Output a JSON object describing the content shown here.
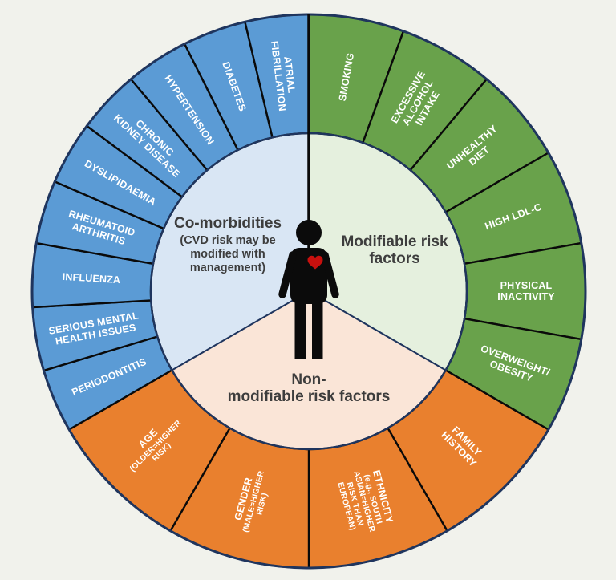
{
  "title": "CVD risk factor wheel",
  "styles": {
    "background": "#F1F2EC",
    "outline_navy": "#1F355E",
    "divider_black": "#0A0A0A",
    "ring_label_color": "#FFFFFF",
    "center_text_color": "#3D3D3D"
  },
  "figure": {
    "person_icon": "person-silhouette",
    "person_color": "#0B0B0B",
    "heart_icon": "heart",
    "heart_color": "#C8100E"
  },
  "wheel": {
    "sections": [
      {
        "name": "Co-morbidities",
        "ring_color": "#5B9BD5",
        "inner_color": "#D9E6F4",
        "start_angle": 240,
        "end_angle": 360,
        "center_label": {
          "title": "Co-morbidities",
          "subtitle": "(CVD risk may be\nmodified with\nmanagement)"
        },
        "segments": [
          {
            "label": "PERIODONTITIS"
          },
          {
            "label": "SERIOUS MENTAL\nHEALTH ISSUES"
          },
          {
            "label": "INFLUENZA"
          },
          {
            "label": "RHEUMATOID\nARTHRITIS"
          },
          {
            "label": "DYSLIPIDAEMIA"
          },
          {
            "label": "CHRONIC\nKIDNEY DISEASE"
          },
          {
            "label": "HYPERTENSION"
          },
          {
            "label": "DIABETES"
          },
          {
            "label": "ATRIAL\nFIBRILLATION"
          }
        ]
      },
      {
        "name": "Modifiable risk factors",
        "ring_color": "#69A24B",
        "inner_color": "#E5F0DE",
        "start_angle": 0,
        "end_angle": 120,
        "center_label": {
          "title": "Modifiable risk\nfactors",
          "subtitle": ""
        },
        "segments": [
          {
            "label": "SMOKING"
          },
          {
            "label": "EXCESSIVE\nALCOHOL\nINTAKE"
          },
          {
            "label": "UNHEALTHY\nDIET"
          },
          {
            "label": "HIGH LDL-C"
          },
          {
            "label": "PHYSICAL\nINACTIVITY"
          },
          {
            "label": "OVERWEIGHT/\nOBESITY"
          }
        ]
      },
      {
        "name": "Non-modifiable risk factors",
        "ring_color": "#E9802E",
        "inner_color": "#FAE5D7",
        "start_angle": 120,
        "end_angle": 240,
        "center_label": {
          "title": "Non-\nmodifiable risk factors",
          "subtitle": ""
        },
        "segments": [
          {
            "label": "FAMILY\nHISTORY"
          },
          {
            "label": "ETHNICITY",
            "sublabel": "(e.g., SOUTH\nASIAN=HIGHER\nRISK THAN\nEUROPEAN)"
          },
          {
            "label": "GENDER",
            "sublabel": "(MALE=HIGHER\nRISK)"
          },
          {
            "label": "AGE",
            "sublabel": "(OLDER=HIGHER\nRISK)"
          }
        ]
      }
    ]
  }
}
